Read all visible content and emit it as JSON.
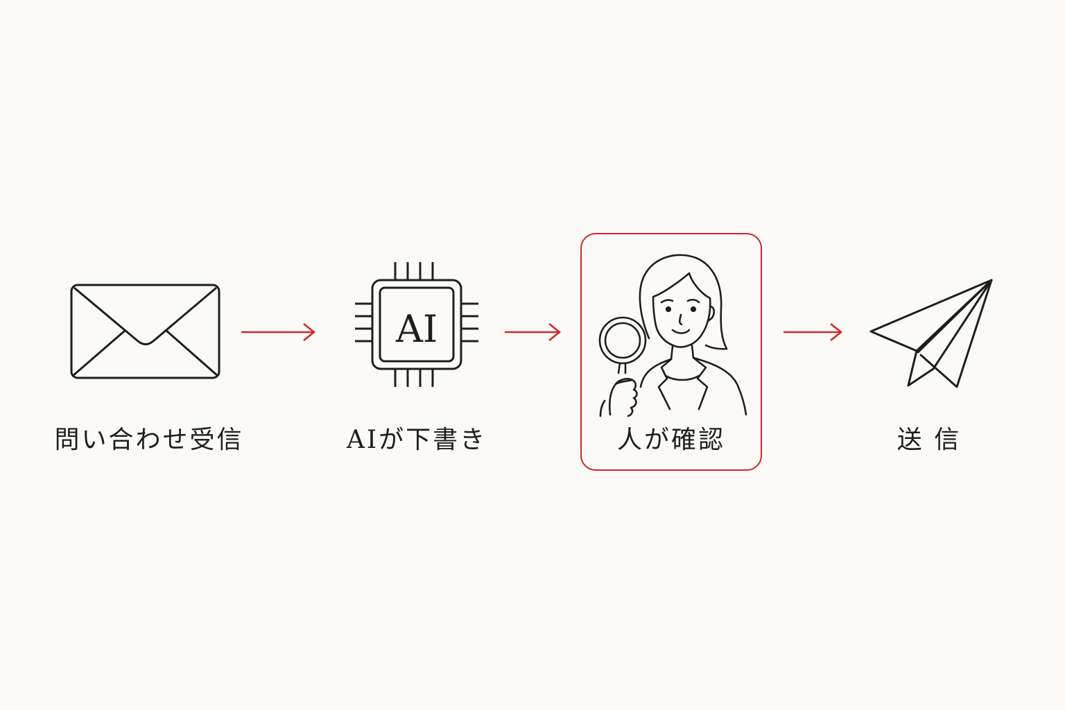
{
  "accent_color": "#d0262d",
  "ink_color": "#1e1e1e",
  "background_color": "#fbfaf6",
  "steps": [
    {
      "label": "問い合わせ受信",
      "icon": "envelope-icon"
    },
    {
      "label": "AIが下書き",
      "icon": "ai-chip-icon",
      "icon_text": "AI"
    },
    {
      "label": "人が確認",
      "icon": "person-magnifier-icon",
      "highlighted": true
    },
    {
      "label": "送 信",
      "icon": "paper-plane-icon"
    }
  ]
}
